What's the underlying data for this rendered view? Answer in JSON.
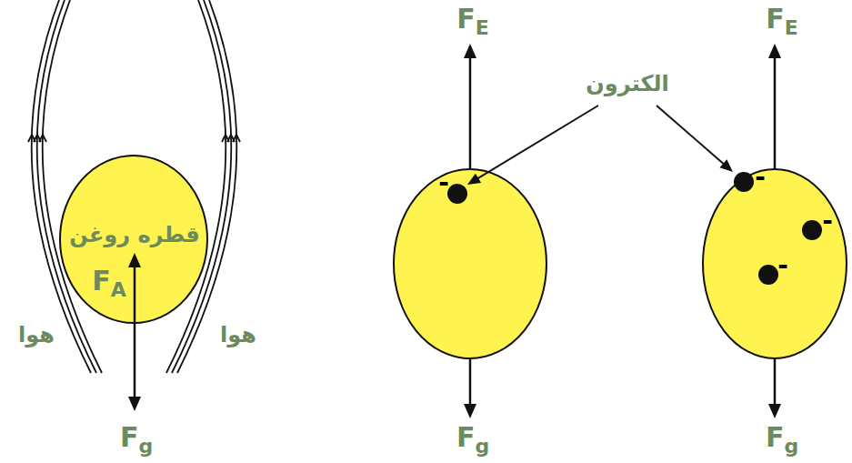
{
  "diagram": {
    "nodes": [
      {
        "text": [
          "قطره روغن",
          "FA"
        ]
      },
      {
        "text": [
          "-"
        ]
      },
      {
        "text": [
          "-",
          "-",
          "-"
        ]
      }
    ],
    "labels": [
      "FE",
      "الکترون",
      "FE",
      "هوا",
      "هوا",
      "Fg",
      "Fg",
      "Fg"
    ]
  }
}
